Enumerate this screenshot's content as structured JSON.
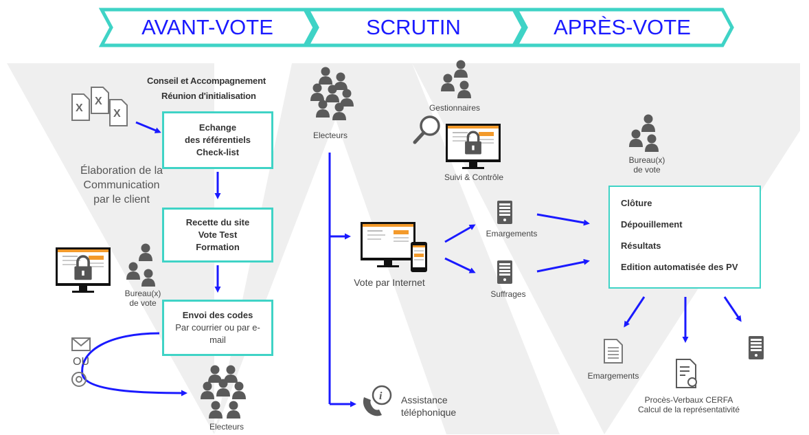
{
  "phases": [
    "AVANT-VOTE",
    "SCRUTIN",
    "APRÈS-VOTE"
  ],
  "avant": {
    "conseil": "Conseil et Accompagnement",
    "reunion": "Réunion d'initialisation",
    "step1": [
      "Echange",
      "des référentiels",
      "Check-list"
    ],
    "step2": [
      "Recette du site",
      "Vote Test",
      "Formation"
    ],
    "step3_title": "Envoi des codes",
    "step3_sub": [
      "Par courrier ou par e-",
      "mail"
    ],
    "communication": [
      "Élaboration de la",
      "Communication",
      "par le client"
    ],
    "bureau": [
      "Bureau(x)",
      "de vote"
    ],
    "ou": "OU",
    "electeurs_bottom": "Electeurs"
  },
  "scrutin": {
    "electeurs": "Electeurs",
    "gestionnaires": "Gestionnaires",
    "suivi": "Suivi & Contrôle",
    "vote_internet": "Vote par Internet",
    "emargements": "Emargements",
    "suffrages": "Suffrages",
    "assistance": [
      "Assistance",
      "téléphonique"
    ]
  },
  "apres": {
    "bureau": [
      "Bureau(x)",
      "de vote"
    ],
    "results": [
      "Clôture",
      "Dépouillement",
      "Résultats",
      "Edition automatisée des PV"
    ],
    "emargements": "Emargements",
    "pv": [
      "Procès-Verbaux CERFA",
      "Calcul de la représentativité"
    ]
  },
  "colors": {
    "teal": "#3fd3c6",
    "blue": "#1a1aff",
    "gray_bg": "#efefef",
    "icon": "#5a5a5a",
    "orange": "#f39a2b"
  },
  "icons": [
    "excel-file-icon",
    "people-group-icon",
    "monitor-lock-icon",
    "magnifier-icon",
    "server-icon",
    "smartphone-icon",
    "envelope-icon",
    "at-sign-icon",
    "phone-info-icon",
    "document-icon",
    "certificate-document-icon"
  ]
}
